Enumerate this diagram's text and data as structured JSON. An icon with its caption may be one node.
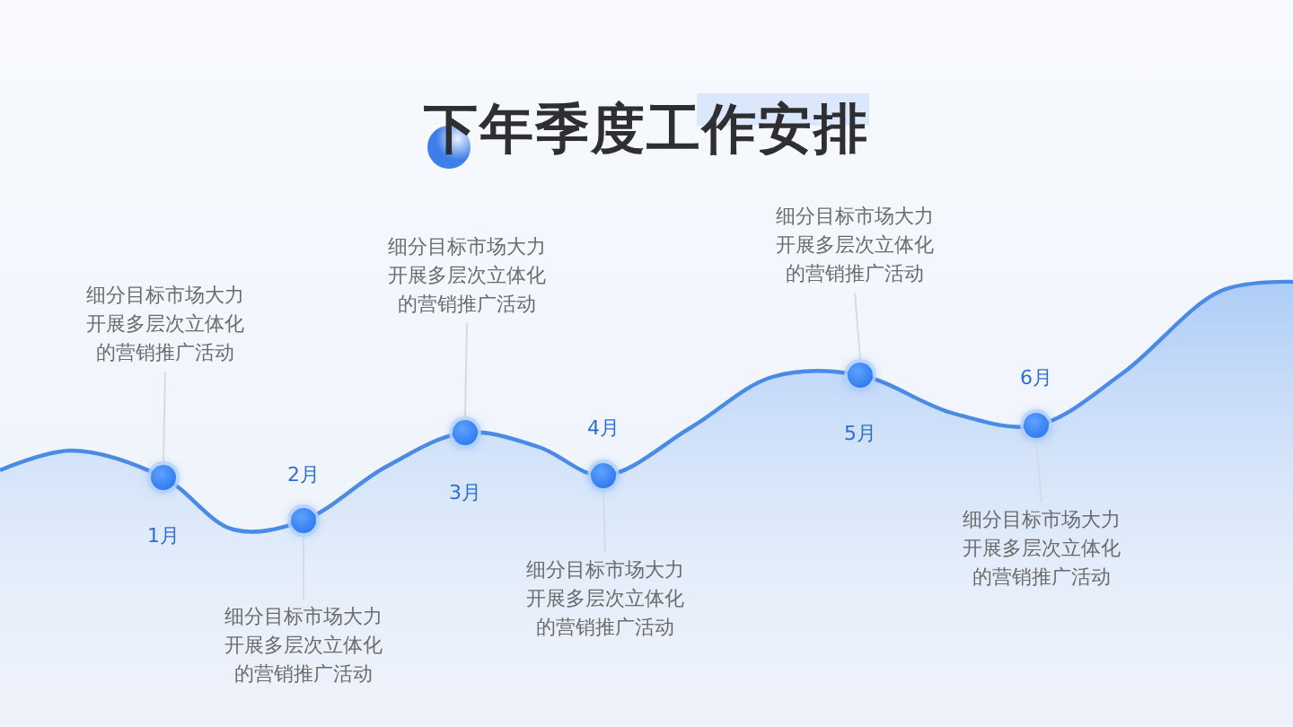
{
  "diagram": {
    "title": "下年季度工作安排",
    "nodes": [
      {
        "text": [
          "细分目标市场大力开展多层次立体化的营销推广活动"
        ]
      },
      {
        "text": [],
        "shape": "circle",
        "beside": [
          "1月"
        ]
      },
      {
        "text": [
          "细分目标市场大力开展多层次立体化的营销推广活动"
        ]
      },
      {
        "text": [],
        "shape": "circle",
        "beside": [
          "2月"
        ]
      },
      {
        "text": [
          "细分目标市场大力开展多层次立体化的营销推广活动"
        ]
      },
      {
        "text": [],
        "shape": "circle",
        "beside": [
          "3月"
        ]
      },
      {
        "text": [
          "细分目标市场大力开展多层次立体化的营销推广活动"
        ]
      },
      {
        "text": [],
        "shape": "circle",
        "beside": [
          "4月"
        ]
      },
      {
        "text": [
          "细分目标市场大力开展多层次立体化的营销推广活动"
        ]
      },
      {
        "text": [],
        "shape": "circle",
        "beside": [
          "5月"
        ]
      },
      {
        "text": [
          "细分目标市场大力开展多层次立体化的营销推广活动"
        ]
      },
      {
        "text": [],
        "shape": "circle",
        "beside": [
          "6月"
        ]
      }
    ],
    "edges": [
      {
        "from": 0,
        "to": 1,
        "arrow": "none"
      },
      {
        "from": 2,
        "to": 3,
        "arrow": "none"
      },
      {
        "from": 4,
        "to": 5,
        "arrow": "none"
      },
      {
        "from": 6,
        "to": 7,
        "arrow": "none"
      },
      {
        "from": 8,
        "to": 9,
        "arrow": "none"
      },
      {
        "from": 10,
        "to": 11,
        "arrow": "none"
      }
    ]
  }
}
